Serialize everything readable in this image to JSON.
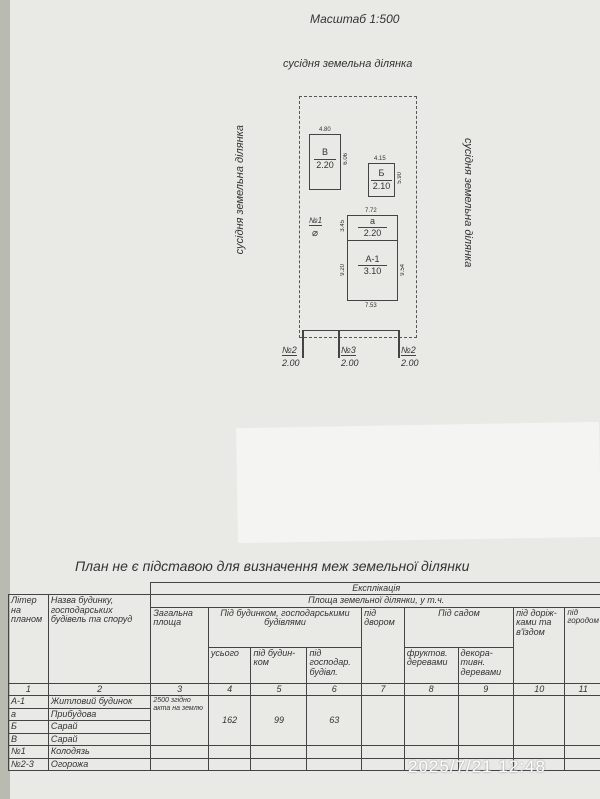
{
  "scale": "Масштаб 1:500",
  "neighbor_label": "сусідня земельна ділянка",
  "plan": {
    "buildings": [
      {
        "letter": "В",
        "height": "2.20",
        "width": "4.80",
        "depth": "6.06"
      },
      {
        "letter": "Б",
        "height": "2.10",
        "width": "4.15",
        "depth": "5.90"
      },
      {
        "letter": "а",
        "height": "2.20",
        "width": "7.72",
        "depth": "3.45"
      },
      {
        "letter": "А-1",
        "height": "3.10",
        "left": "9.20",
        "right": "9.54",
        "bottom": "7.53"
      }
    ],
    "well": "№1",
    "fences": [
      {
        "label": "№2",
        "height": "2.00"
      },
      {
        "label": "№3",
        "height": "2.00"
      },
      {
        "label": "№2",
        "height": "2.00"
      }
    ]
  },
  "disclaimer": "План не є підставою для визначення меж земельної ділянки",
  "table": {
    "title": "Експлікація",
    "area_header": "Площа земельної ділянки, у т.ч.",
    "col_letter": "Літер на планом",
    "col_name": "Назва будинку, господарських будівель та споруд",
    "col_total": "Загальна площа",
    "col_buildings": "Під будинком, господарськими будівлями",
    "col_all": "усього",
    "col_house": "під будин-ком",
    "col_outbuild": "під господар. будівл.",
    "col_yard": "під двором",
    "col_garden": "Під садом",
    "col_fruit": "фруктов. деревами",
    "col_decor": "декора-тивн. деревами",
    "col_roads": "під доріж-ками та в'їздом",
    "col_vegetable": "під городом",
    "numbers": [
      "1",
      "2",
      "3",
      "4",
      "5",
      "6",
      "7",
      "8",
      "9",
      "10",
      "11"
    ],
    "rows": [
      {
        "letter": "А-1",
        "name": "Житловий будинок"
      },
      {
        "letter": "а",
        "name": "Прибудова"
      },
      {
        "letter": "Б",
        "name": "Сарай"
      },
      {
        "letter": "В",
        "name": "Сарай"
      },
      {
        "letter": "№1",
        "name": "Колодязь"
      },
      {
        "letter": "№2-3",
        "name": "Огорожа"
      }
    ],
    "total_area": "2500 згідно акта на землю",
    "all": "162",
    "house": "99",
    "outbuild": "63"
  },
  "timestamp": "2025/7/21  12:48"
}
